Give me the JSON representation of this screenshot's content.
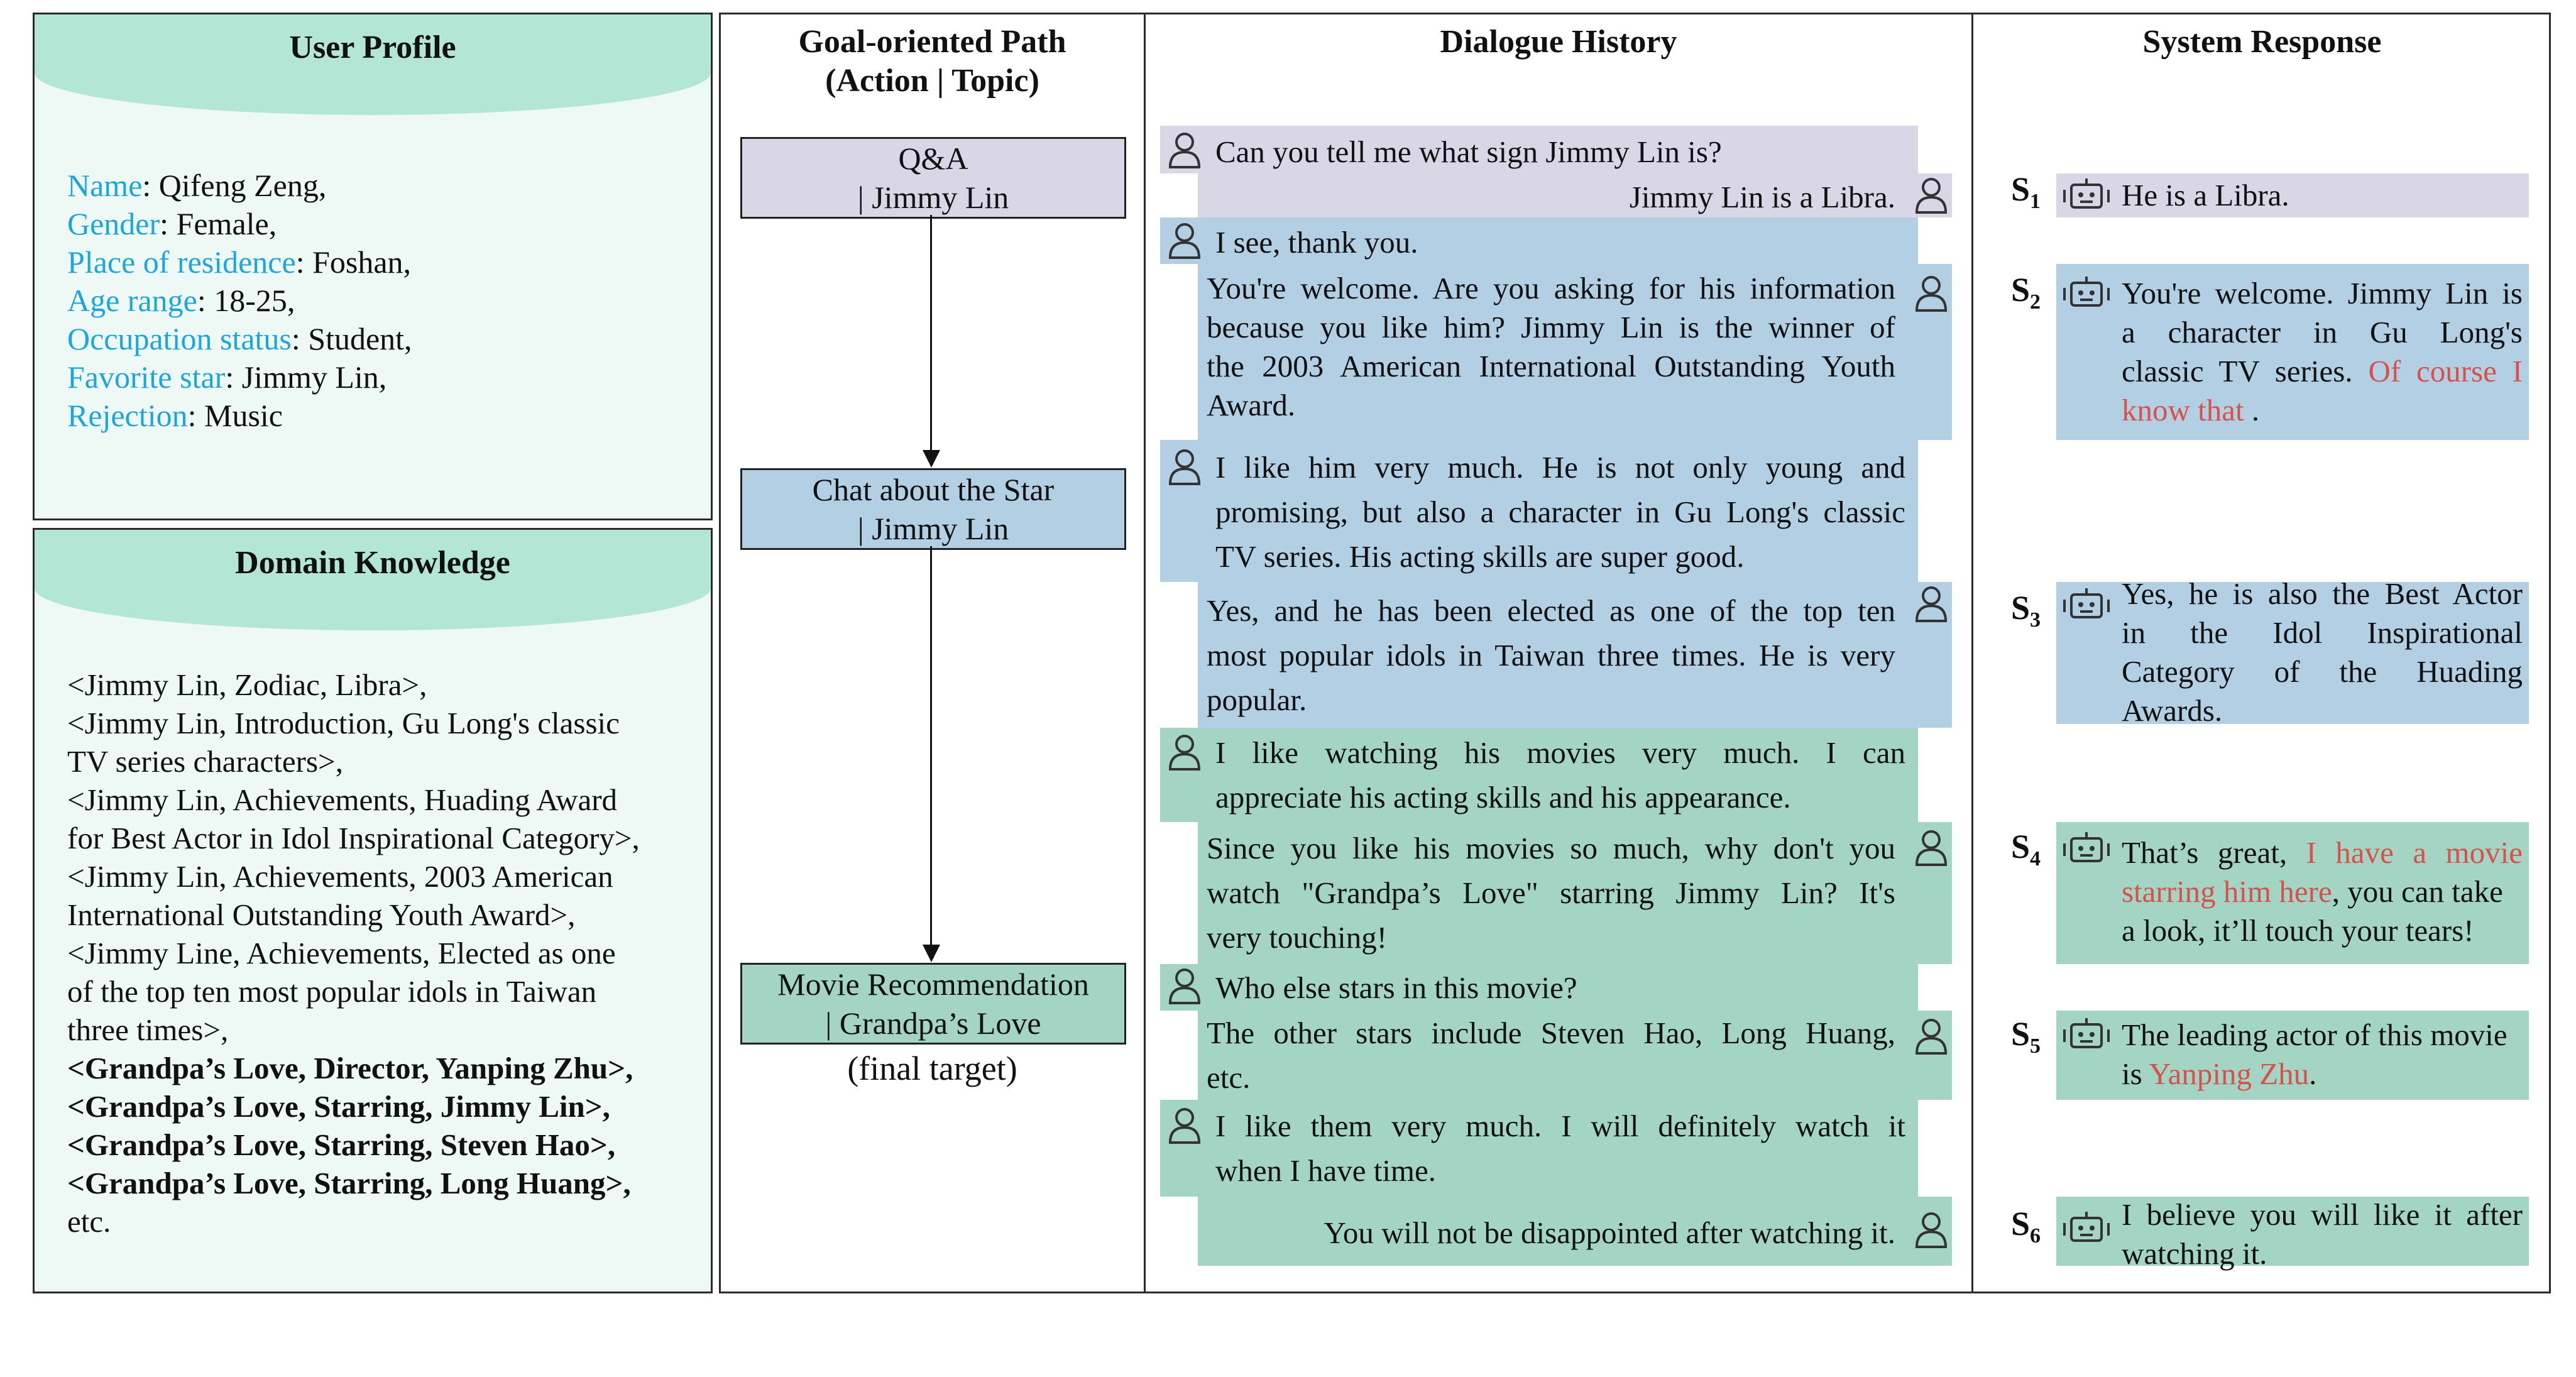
{
  "colors": {
    "header_green": "#b4e6d6",
    "panel_green": "#eef8f4",
    "lavender": "#d9d7e5",
    "blue": "#b3cfe4",
    "teal": "#a4d4c4",
    "key_blue": "#1ca6dc",
    "highlight_red": "#d6524a"
  },
  "user_profile": {
    "title": "User Profile",
    "fields": [
      {
        "key": "Name",
        "value": ": Qifeng Zeng,"
      },
      {
        "key": "Gender",
        "value": ": Female,"
      },
      {
        "key": "Place of residence",
        "value": ": Foshan,"
      },
      {
        "key": "Age range",
        "value": ": 18-25,"
      },
      {
        "key": "Occupation status",
        "value": ": Student,"
      },
      {
        "key": "Favorite star",
        "value": ": Jimmy Lin,"
      },
      {
        "key": "Rejection",
        "value": ": Music"
      }
    ]
  },
  "domain_knowledge": {
    "title": "Domain Knowledge",
    "lines": [
      "<Jimmy Lin, Zodiac, Libra>,",
      "<Jimmy Lin, Introduction, Gu Long's classic",
      "TV series characters>,",
      "<Jimmy Lin, Achievements, Huading Award",
      "for Best Actor in Idol Inspirational Category>,",
      "<Jimmy Lin, Achievements, 2003 American",
      "International Outstanding Youth Award>,",
      "<Jimmy Line, Achievements, Elected as one",
      "of the top ten most popular idols in Taiwan",
      "three times>,"
    ],
    "bold_lines": [
      "<Grandpa’s Love, Director, Yanping Zhu>,",
      "<Grandpa’s Love, Starring,  Jimmy Lin>,",
      "<Grandpa’s Love, Starring, Steven Hao>,",
      "<Grandpa’s Love, Starring, Long Huang>,"
    ],
    "tail": "etc."
  },
  "goal_path": {
    "title_line1": "Goal-oriented Path",
    "title_line2": "(Action | Topic)",
    "nodes": [
      {
        "action": "Q&A",
        "topic": "| Jimmy Lin"
      },
      {
        "action": "Chat about the Star",
        "topic": "| Jimmy Lin"
      },
      {
        "action": "Movie Recommendation",
        "topic": "| Grandpa’s Love"
      }
    ],
    "final_label": "(final target)"
  },
  "dialogue": {
    "title": "Dialogue History",
    "turns": [
      {
        "lines": [
          "Can you tell me what sign Jimmy Lin is?"
        ]
      },
      {
        "lines": [
          "Jimmy Lin is a Libra."
        ]
      },
      {
        "lines": [
          "I see, thank you."
        ]
      },
      {
        "lines": [
          "You're welcome. Are you asking for his information",
          "because you like him? Jimmy Lin is the winner of",
          "the 2003 American International Outstanding Youth",
          "Award."
        ]
      },
      {
        "lines": [
          "I like him very much. He is not only young and",
          "promising, but also a character in Gu Long's classic",
          "TV series. His acting skills are super good."
        ]
      },
      {
        "lines": [
          "Yes, and he has been elected as one of the top ten",
          "most popular idols in Taiwan three times. He is very",
          "popular."
        ]
      },
      {
        "lines": [
          "I like watching his movies very much. I can",
          "appreciate his acting skills and his appearance."
        ]
      },
      {
        "lines": [
          "Since you like his movies so much, why don't you",
          "watch \"Grandpa’s Love\" starring Jimmy Lin? It's",
          "very touching!"
        ]
      },
      {
        "lines": [
          "Who else stars in this movie?"
        ]
      },
      {
        "lines": [
          "The other stars include Steven Hao, Long Huang,",
          "etc."
        ]
      },
      {
        "lines": [
          "I like them very much. I will definitely watch it",
          "when I have time."
        ]
      },
      {
        "lines": [
          "You will not be disappointed after watching it."
        ]
      }
    ]
  },
  "system_response": {
    "title": "System Response",
    "labels": [
      "S",
      "S",
      "S",
      "S",
      "S",
      "S"
    ],
    "subscripts": [
      "1",
      "2",
      "3",
      "4",
      "5",
      "6"
    ],
    "s1": [
      "He is a Libra."
    ],
    "s2": {
      "l1": "You're welcome. Jimmy Lin is",
      "l2": "a character in Gu Long's",
      "l3_plain": "classic TV series.",
      "l3_red": "Of course I",
      "l4_red": "know that",
      "l4_plain": " ."
    },
    "s3": [
      "Yes, he is also the Best Actor",
      "in the Idol Inspirational",
      "Category of the Huading",
      "Awards."
    ],
    "s4": {
      "l1_plain": "That’s great,",
      "l1_red": "I have a movie",
      "l2_red": "starring him here",
      "l2_plain": ", you can take",
      "l3": "a look, it’ll touch your tears!"
    },
    "s5": {
      "l1": "The leading actor of this movie",
      "l2_plain": "is ",
      "l2_red": "Yanping Zhu",
      "l2_end": "."
    },
    "s6": [
      "I believe you will like it after",
      "watching it."
    ]
  }
}
